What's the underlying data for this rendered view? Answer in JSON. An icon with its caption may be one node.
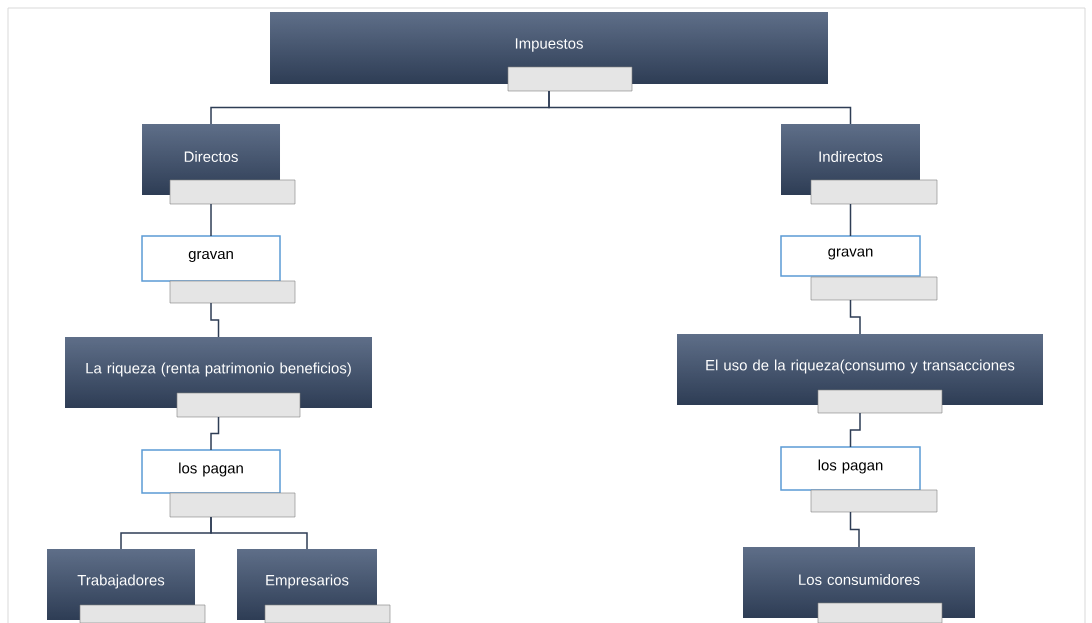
{
  "diagram": {
    "nodes": [
      {
        "text": [
          "Impuestos"
        ]
      },
      {
        "text": [
          "Directos"
        ]
      },
      {
        "text": [
          "Indirectos"
        ]
      },
      {
        "text": [
          "gravan"
        ]
      },
      {
        "text": [
          "gravan"
        ]
      },
      {
        "text": [
          "La riqueza (renta patrimonio beneficios)"
        ]
      },
      {
        "text": [
          "El uso de la riqueza(consumo y transacciones"
        ]
      },
      {
        "text": [
          "los pagan"
        ]
      },
      {
        "text": [
          "los pagan"
        ]
      },
      {
        "text": [
          "Trabajadores"
        ]
      },
      {
        "text": [
          "Empresarios"
        ]
      },
      {
        "text": [
          "Los consumidores"
        ]
      }
    ],
    "edges": [
      {
        "from": 0,
        "to": 1,
        "arrow": "none"
      },
      {
        "from": 0,
        "to": 2,
        "arrow": "none"
      },
      {
        "from": 1,
        "to": 3,
        "arrow": "none"
      },
      {
        "from": 2,
        "to": 4,
        "arrow": "none"
      },
      {
        "from": 3,
        "to": 5,
        "arrow": "none"
      },
      {
        "from": 4,
        "to": 6,
        "arrow": "none"
      },
      {
        "from": 5,
        "to": 7,
        "arrow": "none"
      },
      {
        "from": 6,
        "to": 8,
        "arrow": "none"
      },
      {
        "from": 7,
        "to": 9,
        "arrow": "none"
      },
      {
        "from": 7,
        "to": 10,
        "arrow": "none"
      },
      {
        "from": 8,
        "to": 11,
        "arrow": "none"
      }
    ]
  }
}
